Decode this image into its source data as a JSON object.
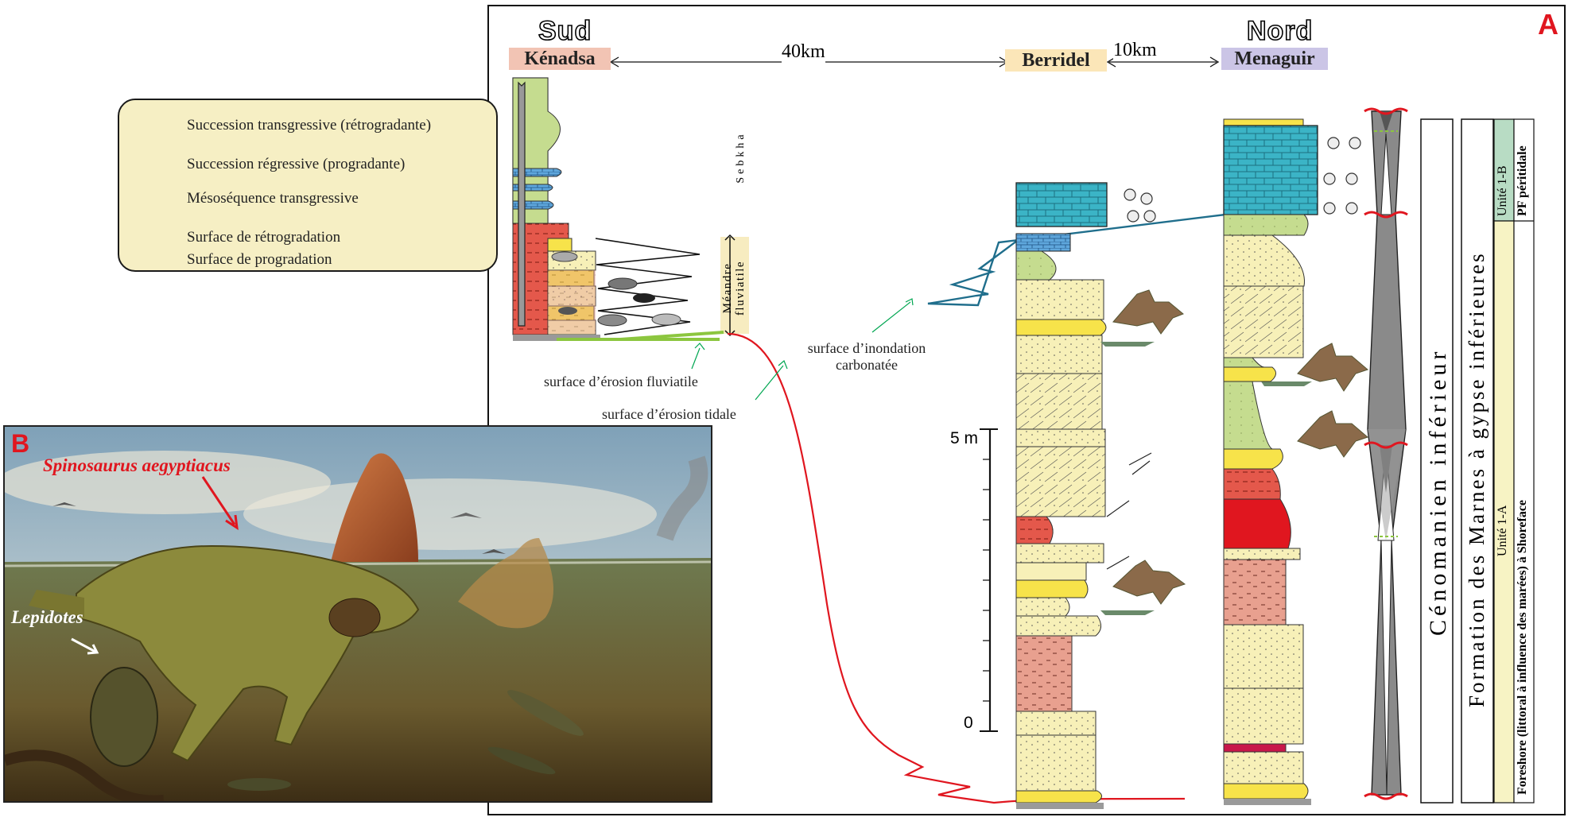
{
  "panel_a": {
    "label": "A",
    "regions": {
      "south": "Sud",
      "north": "Nord"
    },
    "sites": {
      "kenadsa": "Kénadsa",
      "berridel": "Berridel",
      "menaguir": "Menaguir"
    },
    "distances": {
      "kenadsa_berridel": "40km",
      "berridel_menaguir": "10km"
    },
    "legend": {
      "items": [
        {
          "icon": "triangle-white-icon",
          "label": "Succession transgressive (rétrogradante)"
        },
        {
          "icon": "triangle-grey-icon",
          "label": "Succession régressive (progradante)"
        },
        {
          "icon": "trapezoid-dark-icon",
          "label": "Mésoséquence transgressive"
        },
        {
          "icon": "red-wavy-line-icon",
          "label": "Surface de rétrogradation"
        },
        {
          "icon": "green-dotted-line-icon",
          "label": "Surface de progradation"
        }
      ]
    },
    "annotations": {
      "sebkha": "Sebkha",
      "meandre_line1": "Méandre",
      "meandre_line2": "fluviatile",
      "erosion_fluviatile": "surface d’érosion fluviatile",
      "erosion_tidale": "surface d’érosion tidale",
      "inondation_line1": "surface d’inondation",
      "inondation_line2": "carbonatée"
    },
    "scale": {
      "top": "5 m",
      "bottom": "0"
    },
    "stratigraphy": {
      "stage": "Cénomanien inférieur",
      "formation": "Formation des Marnes à gypse inférieures",
      "unit_1b": "Unité 1-B",
      "unit_1a": "Unité 1-A",
      "pf": "PF péritidale",
      "environment": "Foreshore (littoral à influence des marées) à Shoreface"
    },
    "colors": {
      "sandstone": "#f7f0b8",
      "marl": "#c5dc8f",
      "limestone": "#3bb4c6",
      "red_clay": "#e7584d",
      "retrogradation": "#e0161f",
      "progradation": "#8cc63f",
      "flood_surface": "#1f6e8c"
    }
  },
  "panel_b": {
    "label": "B",
    "caption_spinosaurus": "Spinosaurus aegyptiacus",
    "caption_lepidotes": "Lepidotes"
  }
}
